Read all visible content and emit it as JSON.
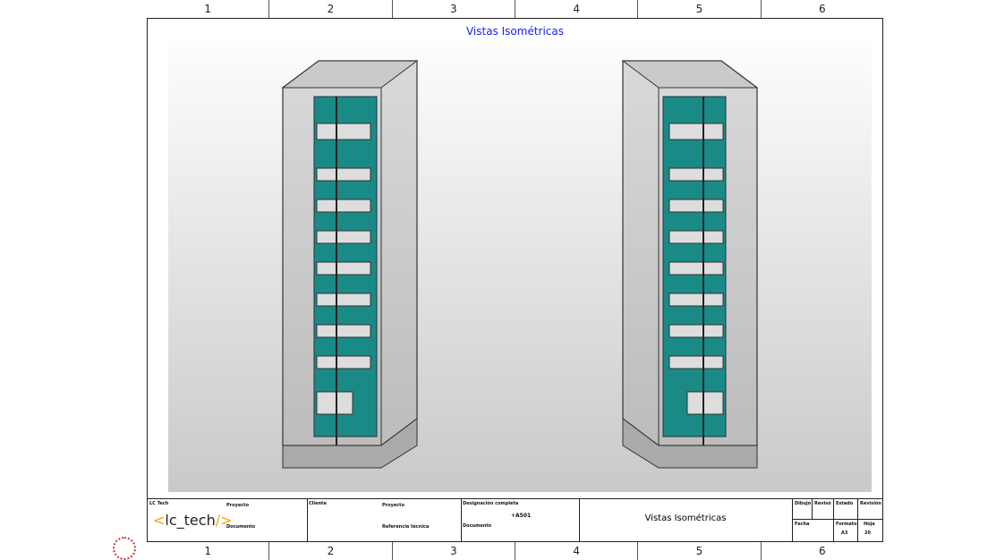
{
  "rulers": {
    "columns": [
      "1",
      "2",
      "3",
      "4",
      "5",
      "6"
    ]
  },
  "sheet": {
    "title": "Vistas Isométricas"
  },
  "title_block": {
    "company": "LC Tech",
    "logo_text": "lc_tech",
    "logo_prefix": "<",
    "logo_suffix": "/>",
    "proyecto_label": "Proyecto",
    "documento_label": "Documento",
    "cliente_label": "Cliente",
    "proyecto2_label": "Proyecto",
    "referencia_label": "Referencia técnica",
    "designacion_label": "Designación completa",
    "designacion_value": "+A501",
    "documento2_label": "Documento",
    "sheet_name": "Vistas Isométricas",
    "dibujo_label": "Dibujó",
    "reviso_label": "Revisó",
    "estado_label": "Estado",
    "revision_label": "Revisión",
    "fecha_label": "Fecha",
    "formato_label": "Formato",
    "formato_value": "A3",
    "hoja_label": "Hoja",
    "hoja_value": "20"
  },
  "colors": {
    "title": "#1a1aff",
    "panel": "#1a8a86",
    "logo_accent": "#f0a800"
  }
}
